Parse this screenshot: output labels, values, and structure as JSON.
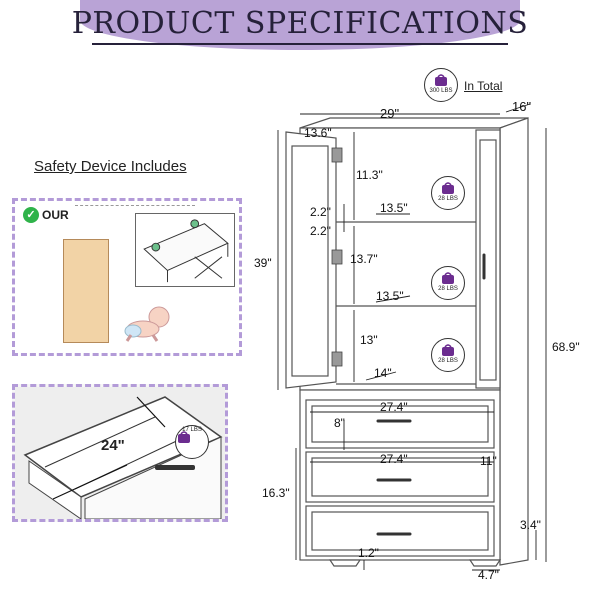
{
  "header": {
    "title": "PRODUCT SPECIFICATIONS"
  },
  "total": {
    "capacity": "300 LBS",
    "label": "In Total"
  },
  "safety": {
    "title": "Safety Device Includes",
    "our_label": "OUR"
  },
  "drawer": {
    "depth": "24\"",
    "capacity": "17 LBS"
  },
  "shelves": [
    {
      "capacity": "28 LBS"
    },
    {
      "capacity": "28 LBS"
    },
    {
      "capacity": "28 LBS"
    }
  ],
  "dimensions": {
    "width_total": "29\"",
    "depth_total": "16\"",
    "door_width": "13.6\"",
    "shelf1_height": "11.3\"",
    "gap1": "2.2\"",
    "gap2": "2.2\"",
    "shelf_width1": "13.5\"",
    "shelf2_height": "13.7\"",
    "shelf_width2": "13.5\"",
    "shelf3_height": "13\"",
    "shelf_depth": "14\"",
    "cabinet_height": "39\"",
    "total_height": "68.9\"",
    "drawer_width1": "27.4\"",
    "drawer_height": "8\"",
    "drawer_width2": "27.4\"",
    "drawer_depth": "11\"",
    "drawer_section_height": "16.3\"",
    "leg_height": "3.4\"",
    "foot_height": "1.2\"",
    "foot_width": "4.7\""
  }
}
